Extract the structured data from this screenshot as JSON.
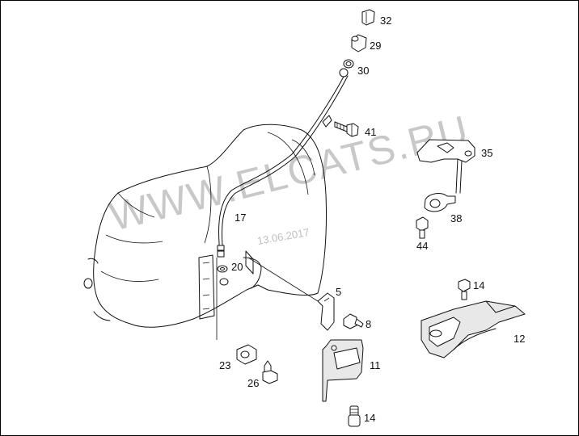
{
  "watermark": {
    "text": "WWW.ELCATS.RU",
    "date": "13.06.2017"
  },
  "labels": {
    "p32": "32",
    "p29": "29",
    "p30": "30",
    "p41": "41",
    "p35": "35",
    "p38": "38",
    "p44": "44",
    "p17": "17",
    "p20": "20",
    "p5": "5",
    "p8": "8",
    "p14a": "14",
    "p12": "12",
    "p11": "11",
    "p23": "23",
    "p26": "26",
    "p14b": "14"
  }
}
